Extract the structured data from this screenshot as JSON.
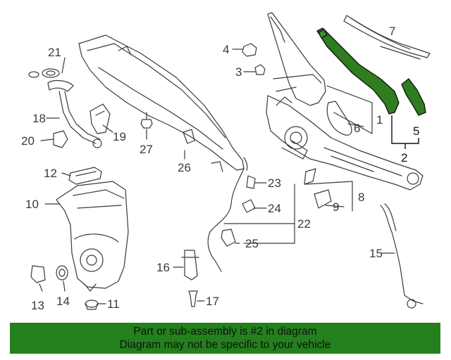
{
  "diagram": {
    "labels": {
      "l1": "1",
      "l2": "2",
      "l3": "3",
      "l4": "4",
      "l5": "5",
      "l6": "6",
      "l7": "7",
      "l8": "8",
      "l9": "9",
      "l10": "10",
      "l11": "11",
      "l12": "12",
      "l13": "13",
      "l14": "14",
      "l15": "15",
      "l16": "16",
      "l17": "17",
      "l18": "18",
      "l19": "19",
      "l20": "20",
      "l21": "21",
      "l22": "22",
      "l23": "23",
      "l24": "24",
      "l25": "25",
      "l26": "26",
      "l27": "27"
    },
    "highlighted_callouts": [
      "2",
      "5"
    ],
    "highlight_color": "#2e7d1e",
    "line_color": "#3a3a3a"
  },
  "banner": {
    "line1": "Part or sub-assembly is #2 in diagram",
    "line2": "Diagram may not be specific to your vehicle",
    "background": "#23801c"
  }
}
